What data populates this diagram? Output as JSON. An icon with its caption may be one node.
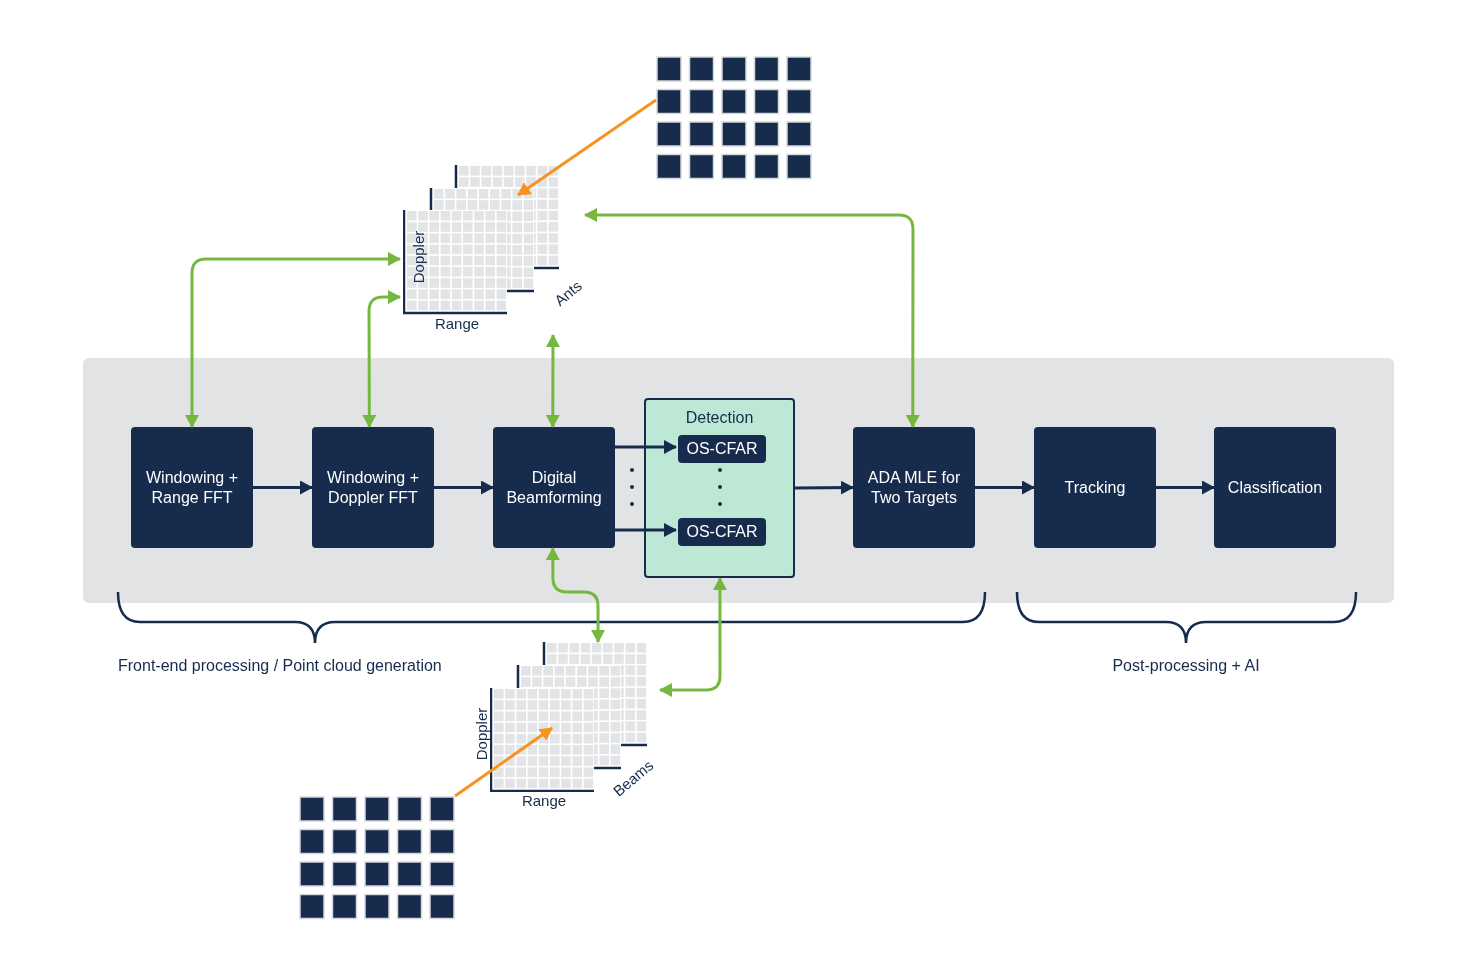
{
  "diagram": {
    "nodes": [
      {
        "text": [
          "Doppler",
          "Range",
          "Ants"
        ]
      },
      {
        "text": [],
        "shape": "picture"
      },
      {
        "text": [],
        "shape": "box"
      },
      {
        "text": [
          "Windowing + Range FFT"
        ],
        "in": 2
      },
      {
        "text": [
          "Windowing + Doppler FFT"
        ],
        "in": 2
      },
      {
        "text": [
          "Digital Beamforming"
        ],
        "in": 2
      },
      {
        "text": [
          "Detection"
        ],
        "in": 2
      },
      {
        "text": [
          "OS-CFAR"
        ],
        "in": 6
      },
      {
        "text": [
          "OS-CFAR"
        ],
        "in": 6
      },
      {
        "text": [
          "ADA MLE for Two Targets"
        ],
        "in": 2
      },
      {
        "text": [
          "Tracking"
        ],
        "in": 2
      },
      {
        "text": [
          "Classification"
        ],
        "in": 2
      },
      {
        "text": [
          "Doppler",
          "Range",
          "Beams"
        ]
      },
      {
        "text": [],
        "shape": "picture"
      }
    ],
    "edges": [
      {
        "from": 1,
        "to": 0,
        "arrow": "to",
        "color": "#f7931e"
      },
      {
        "from": 0,
        "to": 3,
        "arrow": "both",
        "color": "#76b83f"
      },
      {
        "from": 0,
        "to": 4,
        "arrow": "both",
        "color": "#76b83f"
      },
      {
        "from": 0,
        "to": 5,
        "arrow": "both",
        "color": "#76b83f"
      },
      {
        "from": 0,
        "to": 9,
        "arrow": "both",
        "color": "#76b83f"
      },
      {
        "from": 3,
        "to": 4,
        "arrow": "to"
      },
      {
        "from": 4,
        "to": 5,
        "arrow": "to"
      },
      {
        "from": 5,
        "to": 7,
        "arrow": "to"
      },
      {
        "from": 5,
        "to": 8,
        "arrow": "to"
      },
      {
        "from": 6,
        "to": 9,
        "arrow": "to"
      },
      {
        "from": 9,
        "to": 10,
        "arrow": "to"
      },
      {
        "from": 10,
        "to": 11,
        "arrow": "to"
      },
      {
        "from": 5,
        "to": 12,
        "arrow": "both",
        "color": "#76b83f"
      },
      {
        "from": 6,
        "to": 12,
        "arrow": "both",
        "color": "#76b83f"
      },
      {
        "from": 13,
        "to": 12,
        "arrow": "to",
        "color": "#f7931e"
      }
    ],
    "labels": [
      "Front-end processing / Point cloud generation",
      "Post-processing + AI"
    ]
  }
}
